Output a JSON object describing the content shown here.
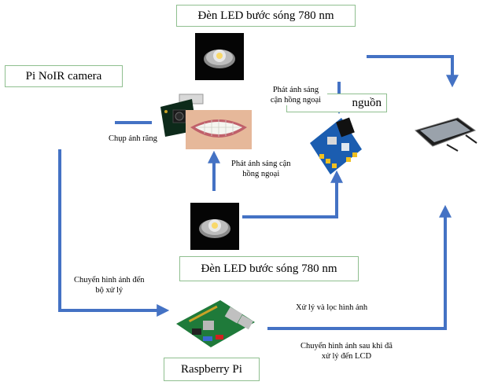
{
  "nodes": {
    "led_top": "Đèn LED bước sóng 780 nm",
    "led_bottom": "Đèn LED bước sóng 780 nm",
    "camera": "Pi NoIR camera",
    "power": "nguồn",
    "raspberry": "Raspberry Pi"
  },
  "edge_labels": {
    "capture": "Chụp ảnh răng",
    "ir_top": [
      "Phát ánh sáng",
      "cận hồng ngoại"
    ],
    "ir_bottom": [
      "Phát ánh sáng cận",
      "hồng ngoại"
    ],
    "to_processor": [
      "Chuyển hình ảnh đến",
      "bộ xử lý"
    ],
    "process": "Xử lý và lọc hình ảnh",
    "to_lcd": [
      "Chuyển hình ảnh sau khi đã",
      "xử lý đến LCD"
    ]
  },
  "colors": {
    "arrow": "#4472c4",
    "box_border": "#8fbf8f"
  }
}
